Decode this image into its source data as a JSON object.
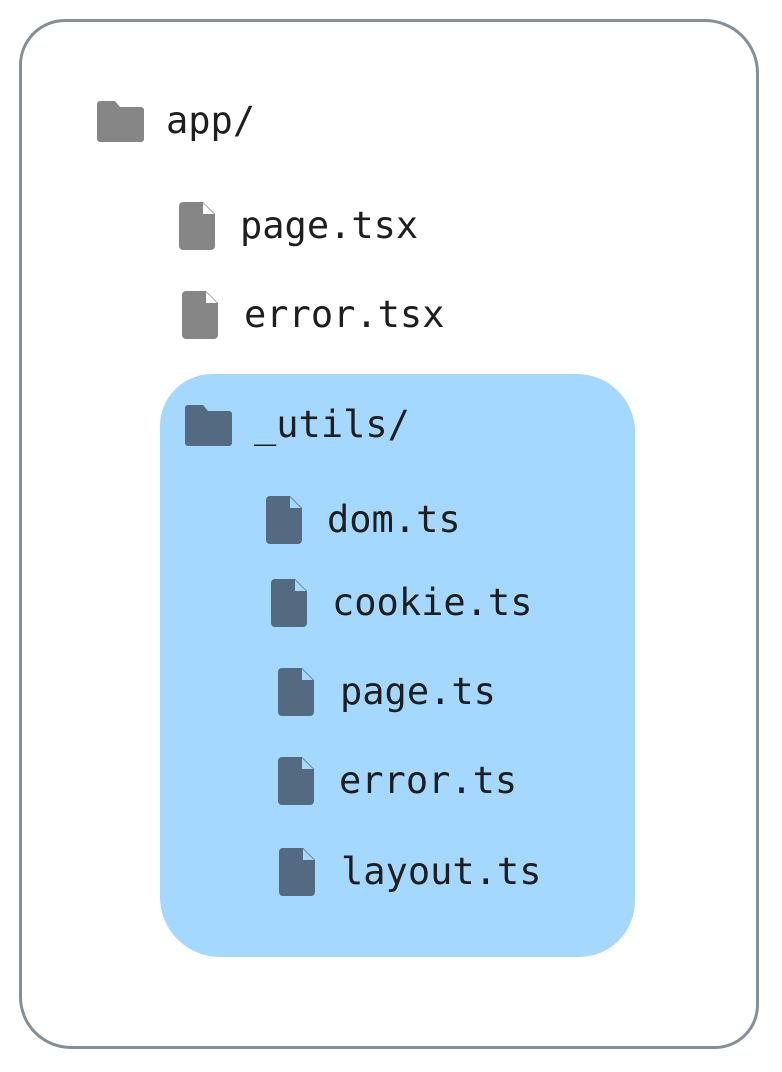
{
  "tree": {
    "root": {
      "label": "app/",
      "icon": "folder-icon",
      "color": "#868686"
    },
    "root_files": [
      {
        "label": "page.tsx",
        "icon": "file-icon",
        "color": "#868686"
      },
      {
        "label": "error.tsx",
        "icon": "file-icon",
        "color": "#868686"
      }
    ],
    "utils": {
      "label": "_utils/",
      "icon": "folder-icon",
      "color": "#536a80",
      "highlight_color": "#a5d8ff",
      "files": [
        {
          "label": "dom.ts",
          "icon": "file-icon"
        },
        {
          "label": "cookie.ts",
          "icon": "file-icon"
        },
        {
          "label": "page.ts",
          "icon": "file-icon"
        },
        {
          "label": "error.ts",
          "icon": "file-icon"
        },
        {
          "label": "layout.ts",
          "icon": "file-icon"
        }
      ]
    }
  }
}
